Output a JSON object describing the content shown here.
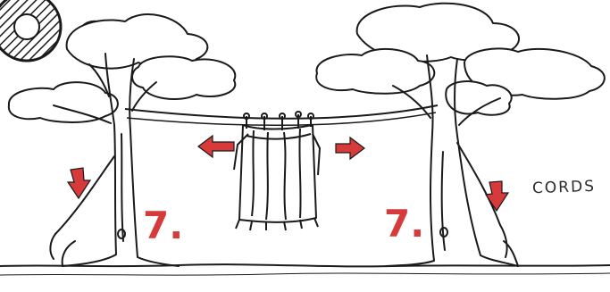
{
  "labels": {
    "cords": "CORDS",
    "step_left": "7.",
    "step_right": "7."
  },
  "colors": {
    "ink": "#1a1a1a",
    "arrow_red": "#d63a3a",
    "background": "#ffffff"
  },
  "icons": {
    "sun": "hatched-circle-icon",
    "moon": "hatched-circle-icon",
    "arrow_left_outward": "arrow-left-icon",
    "arrow_right_outward": "arrow-right-icon",
    "arrow_down_left_tree": "arrow-down-icon",
    "arrow_down_right_tree": "arrow-down-icon"
  }
}
